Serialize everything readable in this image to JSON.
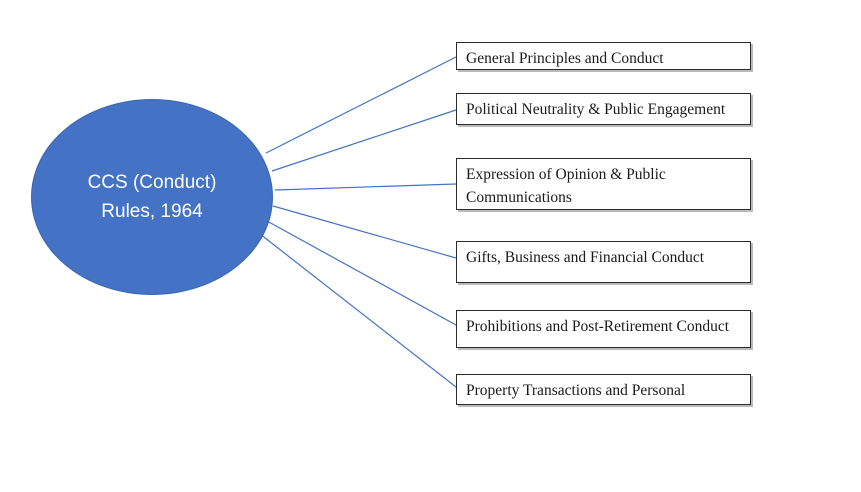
{
  "diagram": {
    "center_node": {
      "line1": "CCS (Conduct)",
      "line2": "Rules, 1964",
      "fill_color": "#4472C4",
      "text_color": "#FFFFFF"
    },
    "branch_nodes": [
      {
        "label": "General Principles and Conduct"
      },
      {
        "label": "Political Neutrality & Public Engagement"
      },
      {
        "label": "Expression of Opinion & Public Communications"
      },
      {
        "label": "Gifts, Business and Financial Conduct"
      },
      {
        "label": "Prohibitions and Post-Retirement Conduct"
      },
      {
        "label": "Property Transactions and Personal"
      }
    ],
    "connector_color": "#4472C4",
    "box_border_color": "#2B2B2B",
    "background_color": "#FFFFFF"
  }
}
